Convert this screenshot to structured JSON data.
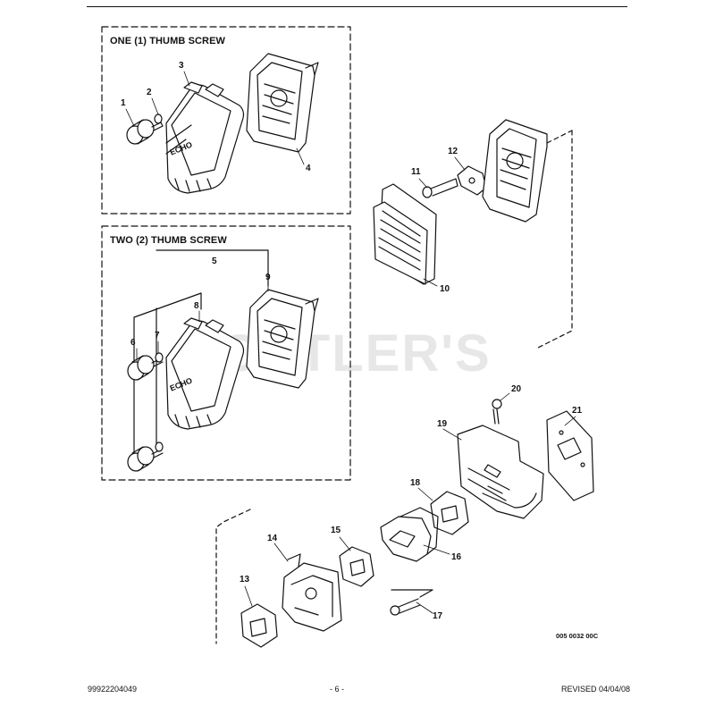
{
  "boxes": {
    "one": {
      "title": "ONE (1) THUMB SCREW"
    },
    "two": {
      "title": "TWO (2) THUMB SCREW"
    }
  },
  "watermark": "CUTLER'S",
  "callouts": {
    "c1": "1",
    "c2": "2",
    "c3": "3",
    "c4": "4",
    "c5": "5",
    "c6": "6",
    "c7": "7",
    "c8": "8",
    "c9": "9",
    "c10": "10",
    "c11": "11",
    "c12": "12",
    "c13": "13",
    "c14": "14",
    "c15": "15",
    "c16": "16",
    "c17": "17",
    "c18": "18",
    "c19": "19",
    "c20": "20",
    "c21": "21"
  },
  "figure_code": "005 0032 00C",
  "footer": {
    "part_number": "99922204049",
    "page": "- 6 -",
    "revised": "REVISED 04/04/08"
  },
  "brand_logo_text": "ECHO"
}
